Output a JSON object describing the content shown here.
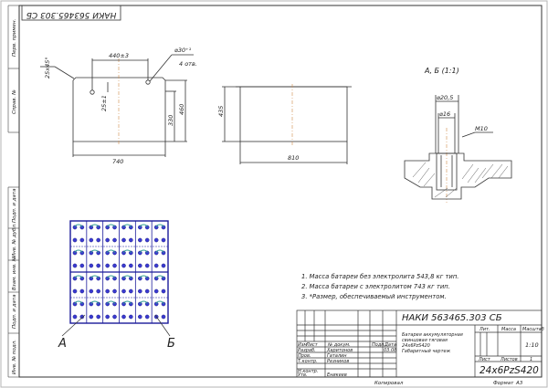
{
  "corner_designation": "НАКИ 563465.303 СБ",
  "side_strip": {
    "perv_primen": "Перв. примен.",
    "sprav_no": "Справ. №",
    "podp_data_1": "Подп. и дата",
    "inv_no_dubl": "Инв. № дубл.",
    "vzam_inv_no": "Взам. инв. №",
    "podp_data_2": "Подп. и дата",
    "inv_no_podl": "Инв. № подл."
  },
  "front_view": {
    "chamfer": "25x45°",
    "hole_spacing": "440±3",
    "hole_dia": "⌀30⁺¹",
    "hole_count": "4 отв.",
    "hole_offset": "25±1",
    "inner_height": "330",
    "outer_height": "460",
    "width": "740"
  },
  "side_view": {
    "height": "435",
    "width": "810"
  },
  "detail": {
    "title": "А, Б (1:1)",
    "dia_outer": "⌀20,5",
    "dia_inner": "⌀16",
    "thread": "M10"
  },
  "plan_view": {
    "label_a": "А",
    "label_b": "Б"
  },
  "notes": [
    "1. Масса батареи без электролита 543,8 кг тип.",
    "2. Масса батареи с электролитом 743 кг тип.",
    "3. *Размер, обеспечиваемый инструментом."
  ],
  "title_block": {
    "designation": "НАКИ 563465.303 СБ",
    "description": [
      "Батарея аккумуляторная",
      "свинцовая тяговая",
      "24x6PzS420",
      "Габаритный чертеж"
    ],
    "col_headers": [
      "Изм",
      "Лист",
      "№ докум.",
      "Подп.",
      "Дата"
    ],
    "roles": [
      "Разраб.",
      "Пров.",
      "Т.контр.",
      "Н.контр.",
      "Утв."
    ],
    "names": [
      "Харитонов",
      "Гаталин",
      "Резников",
      "",
      "Еникеев"
    ],
    "date": "03.08",
    "lit_label": "Лит.",
    "mass_label": "Масса",
    "scale_label": "Масштаб",
    "scale_value": "1:10",
    "sheet_label": "Лист",
    "sheets_label": "Листов",
    "sheets_value": "1",
    "product_code": "24x6PzS420"
  },
  "footer": {
    "copied": "Копировал",
    "format_label": "Формат",
    "format_value": "А3"
  }
}
